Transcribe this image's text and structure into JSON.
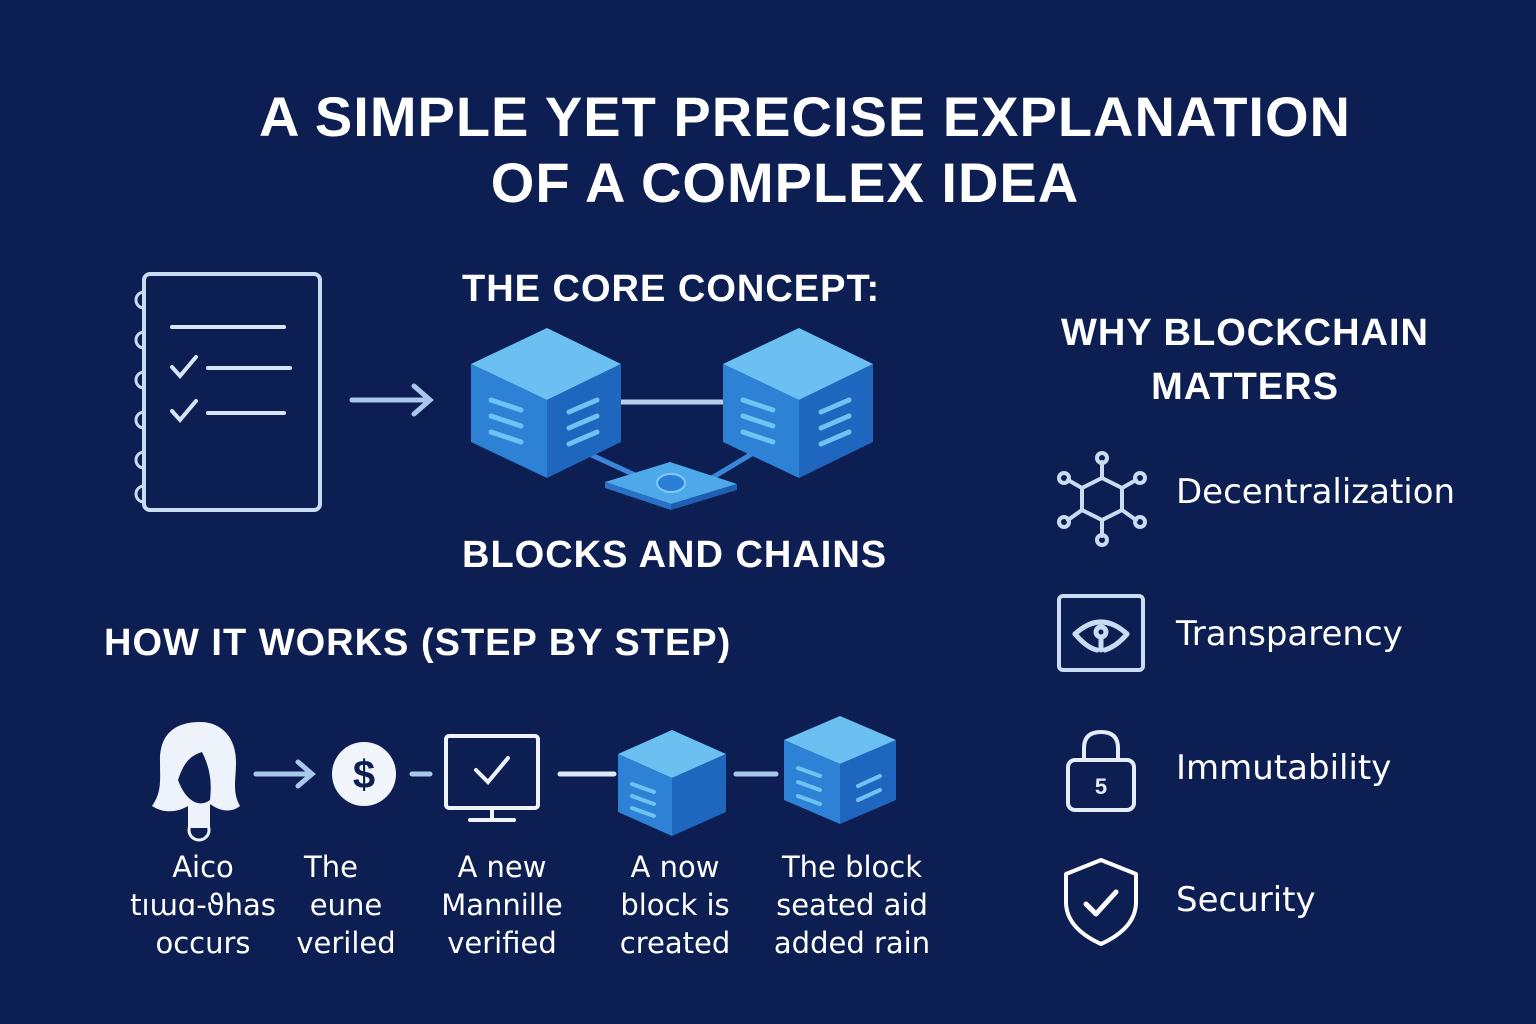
{
  "title": {
    "line1": "A SIMPLE YET PRECISE EXPLANATION",
    "line2": "OF A COMPLEX IDEA"
  },
  "core_concept": {
    "heading": "THE CORE CONCEPT:",
    "subheading": "BLOCKS AND CHAINS",
    "icons": [
      "ledger-notebook-icon",
      "arrow-right-icon",
      "block-cube-icon",
      "block-cube-icon",
      "network-node-icon"
    ]
  },
  "how_it_works": {
    "heading": "HOW IT WORKS (STEP BY STEP)",
    "steps": [
      {
        "icon": "person-icon",
        "caption": [
          "Aico",
          "tıɯɑ-ϑhas",
          "occurs"
        ]
      },
      {
        "icon": "dollar-coin-icon",
        "caption": [
          "The",
          "eune",
          "veriled"
        ]
      },
      {
        "icon": "monitor-check-icon",
        "caption": [
          "A new",
          "Mannille",
          "verified"
        ]
      },
      {
        "icon": "block-cube-icon",
        "caption": [
          "A now",
          "block is",
          "created"
        ]
      },
      {
        "icon": "block-cube-icon",
        "caption": [
          "The block",
          "seated aid",
          "added rain"
        ]
      }
    ]
  },
  "why_matters": {
    "heading_line1": "WHY BLOCKCHAIN",
    "heading_line2": "MATTERS",
    "items": [
      {
        "icon": "network-hub-icon",
        "label": "Decentralization"
      },
      {
        "icon": "eye-icon",
        "label": "Transparency"
      },
      {
        "icon": "padlock-icon",
        "label": "Immutability",
        "badge": "5"
      },
      {
        "icon": "shield-check-icon",
        "label": "Security"
      }
    ]
  },
  "colors": {
    "background": "#0d1f52",
    "text": "#ffffff",
    "cube_light": "#5fb4ec",
    "cube_dark": "#1f6fc8",
    "outline": "#c9dcf2"
  }
}
